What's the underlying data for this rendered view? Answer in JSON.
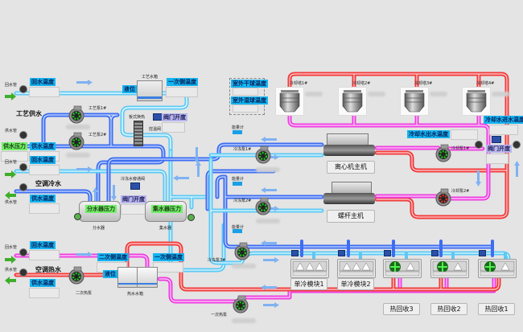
{
  "colors": {
    "background": "#e4e4e4",
    "chilled_supply": "#3d6df2",
    "chilled_return": "#5cc9f5",
    "cooling_supply": "#f23a3a",
    "cooling_return": "#ee3ee0",
    "label_cyan": "#15b4f0",
    "label_green": "#73ee6a",
    "label_purple": "#b9b6ec",
    "pump_running": "#20c020",
    "pump_stopped": "#e03020"
  },
  "process_water": {
    "return_pipe_label": "回水管",
    "return_temp_label": "回水温度",
    "title": "工艺供水",
    "supply_pipe_label": "供水管",
    "supply_pressure_label": "供水压力",
    "supply_temp_label": "供水温度",
    "pump1_label": "工艺泵1#",
    "pump2_label": "工艺泵2#",
    "tank_label": "工艺水箱",
    "level_label": "液位",
    "primary_temp_label": "一次侧温度",
    "plate_hx_label": "板式换热",
    "control_valve_label": "控温阀",
    "valve_open_label": "阀门开度"
  },
  "chilled_water": {
    "return_pipe_label": "回水管",
    "return_temp_label": "回水温度",
    "title": "空调冷水",
    "supply_pipe_label": "供水管",
    "supply_temp_label": "供水温度",
    "bypass_valve_label": "冷冻水旁通阀",
    "valve_open_label": "阀门开度",
    "divider_pressure_label": "分水器压力",
    "collector_pressure_label": "集水器压力",
    "divider_label": "分水器",
    "collector_label": "集水器"
  },
  "hot_water": {
    "return_pipe_label": "回水管",
    "return_temp_label": "回水温度",
    "title": "空调热水",
    "supply_pipe_label": "供水管",
    "supply_temp_label": "供水温度",
    "secondary_temp_label": "二次侧温度",
    "primary_temp_label": "一次侧温度",
    "level_label": "液位",
    "secondary_pump_label": "二次热泵",
    "tank_label": "热水水箱",
    "primary_pump_label": "一次热泵"
  },
  "outdoor": {
    "dry_bulb_label": "室外干球温度",
    "wet_bulb_label": "室外湿球温度"
  },
  "cooling_towers": [
    {
      "label": "冷却塔1#"
    },
    {
      "label": "冷却塔2#"
    },
    {
      "label": "冷却塔3#"
    },
    {
      "label": "冷却塔4#"
    }
  ],
  "cooling_water": {
    "inlet_temp_label": "冷却水进水温度",
    "outlet_temp_label": "冷却水出水温度",
    "valve_open_label": "阀门开度",
    "pump1_label": "冷却泵1#",
    "pump2_label": "冷却泵2#"
  },
  "chillers": [
    {
      "name": "离心机主机",
      "flowmeter": "能量计",
      "pump": "冷冻泵1#"
    },
    {
      "name": "螺杆主机",
      "flowmeter": "能量计",
      "pump": "冷冻泵2#"
    }
  ],
  "pump3": {
    "flowmeter": "能量计",
    "pump": "冷冻泵3#"
  },
  "modules": [
    {
      "name": "单冷模块1",
      "type": "single"
    },
    {
      "name": "单冷模块2",
      "type": "single"
    },
    {
      "name": "热回收3",
      "type": "heat"
    },
    {
      "name": "热回收2",
      "type": "heat"
    },
    {
      "name": "热回收1",
      "type": "heat"
    }
  ]
}
